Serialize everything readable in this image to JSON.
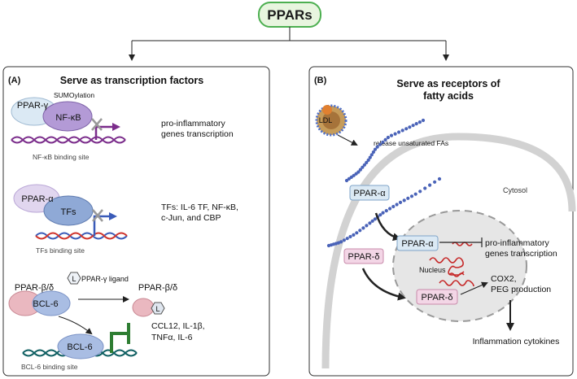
{
  "title": "PPARs",
  "panel_a": {
    "label": "(A)",
    "heading": "Serve as transcription factors",
    "gamma": {
      "receptor": "PPAR-γ",
      "sumo": "SUMOylation",
      "partner": "NF-κB",
      "site": "NF-κB binding site",
      "effect_line1": "pro-inflammatory",
      "effect_line2": "genes transcription"
    },
    "alpha": {
      "receptor": "PPAR-α",
      "partner": "TFs",
      "site": "TFs binding site",
      "effect_line1": "TFs: IL-6 TF, NF-κB,",
      "effect_line2": "c-Jun, and CBP"
    },
    "beta": {
      "receptor": "PPAR-β/δ",
      "partner": "BCL-6",
      "ligand_symbol": "L",
      "ligand_label": "PPAR-γ ligand",
      "bound_receptor": "PPAR-β/δ",
      "bound_ligand": "L",
      "repressor": "BCL-6",
      "site": "BCL-6 binding site",
      "effect_line1": "CCL12, IL-1β,",
      "effect_line2": "TNFα, IL-6"
    }
  },
  "panel_b": {
    "label": "(B)",
    "heading_line1": "Serve as receptors of",
    "heading_line2": "fatty acids",
    "ldl": "LDL",
    "release": "release unsaturated FAs",
    "cytosol": "Cytosol",
    "nucleus": "Nucleus",
    "ppar_alpha": "PPAR-α",
    "ppar_alpha_nuc": "PPAR-α",
    "ppar_delta": "PPAR-δ",
    "ppar_delta_nuc": "PPAR-δ",
    "effect_alpha_line1": "pro-inflammatory",
    "effect_alpha_line2": "genes transcription",
    "effect_delta_line1": "COX2,",
    "effect_delta_line2": "PEG production",
    "outcome": "Inflammation cytokines"
  },
  "colors": {
    "title_fill": "#e8f5df",
    "title_stroke": "#4caf50",
    "gamma_fill": "#dbe9f4",
    "nfkb_fill": "#b39ad6",
    "alpha_fill": "#e1d6ef",
    "tfs_fill": "#8fa9d6",
    "beta_fill": "#eab8c0",
    "bcl6_fill": "#a9bde3",
    "dna_purple": "#7b2d8b",
    "dna_red": "#d0342c",
    "dna_blue": "#3a5bb8",
    "dna_teal": "#0f5f62",
    "repressor_green": "#2e7d32",
    "fa_chain": "#4a63b8",
    "membrane": "#d2d2d2",
    "nucleus_fill": "#e6e6e6",
    "chromatin": "#c62828"
  }
}
